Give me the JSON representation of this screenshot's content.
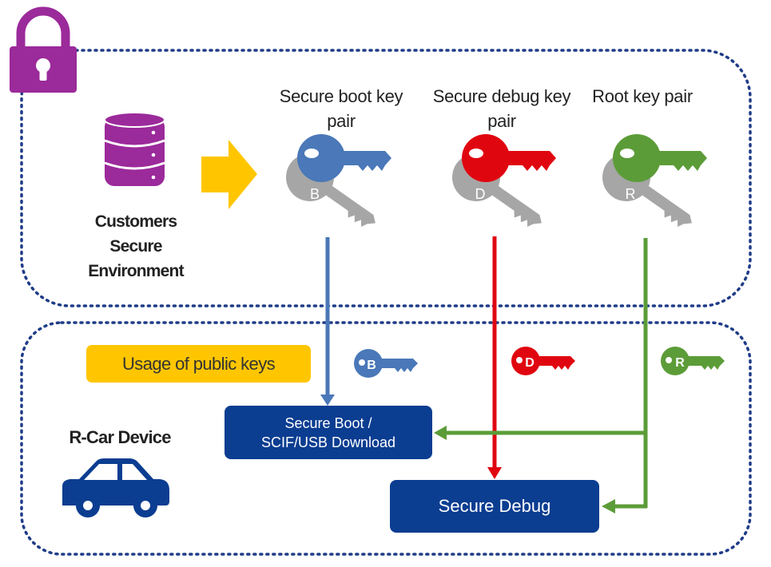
{
  "colors": {
    "navy": "#0b3d91",
    "blue_key": "#4a78b8",
    "red_key": "#e00610",
    "green_key": "#5c9c38",
    "gray_key": "#a6a6a6",
    "purple": "#9b2a9a",
    "yellow": "#ffc600",
    "dotted_border": "#1f3c88"
  },
  "secure_env": {
    "label_line1": "Customers",
    "label_line2": "Secure",
    "label_line3": "Environment"
  },
  "key_pairs": [
    {
      "title_line1": "Secure boot key",
      "title_line2": "pair",
      "letter": "B"
    },
    {
      "title_line1": "Secure debug key",
      "title_line2": "pair",
      "letter": "D"
    },
    {
      "title_line1": "Root key pair",
      "title_line2": "",
      "letter": "R"
    }
  ],
  "public_keys": {
    "label": "Usage of public keys",
    "letters": [
      "B",
      "D",
      "R"
    ]
  },
  "device": {
    "label": "R-Car Device"
  },
  "boxes": {
    "secure_boot_line1": "Secure Boot /",
    "secure_boot_line2": "SCIF/USB Download",
    "secure_debug": "Secure Debug"
  },
  "icons": [
    "lock-icon",
    "database-icon",
    "arrow-right-icon",
    "key-icon",
    "car-icon"
  ]
}
